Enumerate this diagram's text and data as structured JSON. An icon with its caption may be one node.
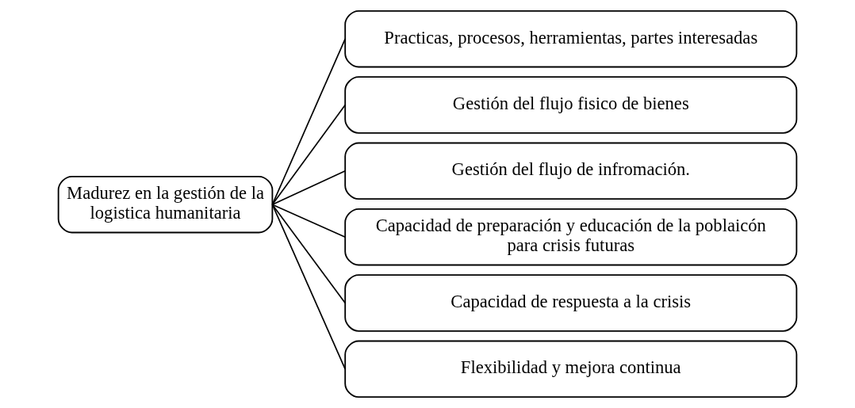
{
  "diagram": {
    "nodes": [
      {
        "text": [
          "Madurez en la gestión de la logistica humanitaria"
        ]
      },
      {
        "text": [
          "Practicas, procesos, herramientas, partes interesadas"
        ]
      },
      {
        "text": [
          "Gestión del flujo fisico de bienes"
        ]
      },
      {
        "text": [
          "Gestión del flujo de infromación."
        ]
      },
      {
        "text": [
          "Capacidad de preparación y educación de la poblaicón para crisis futuras"
        ]
      },
      {
        "text": [
          "Capacidad de respuesta a la crisis"
        ]
      },
      {
        "text": [
          "Flexibilidad y mejora continua"
        ]
      }
    ],
    "edges": [
      {
        "from": 0,
        "to": 1,
        "arrow": "none"
      },
      {
        "from": 0,
        "to": 2,
        "arrow": "none"
      },
      {
        "from": 0,
        "to": 3,
        "arrow": "none"
      },
      {
        "from": 0,
        "to": 4,
        "arrow": "none"
      },
      {
        "from": 0,
        "to": 5,
        "arrow": "none"
      },
      {
        "from": 0,
        "to": 6,
        "arrow": "none"
      }
    ]
  }
}
